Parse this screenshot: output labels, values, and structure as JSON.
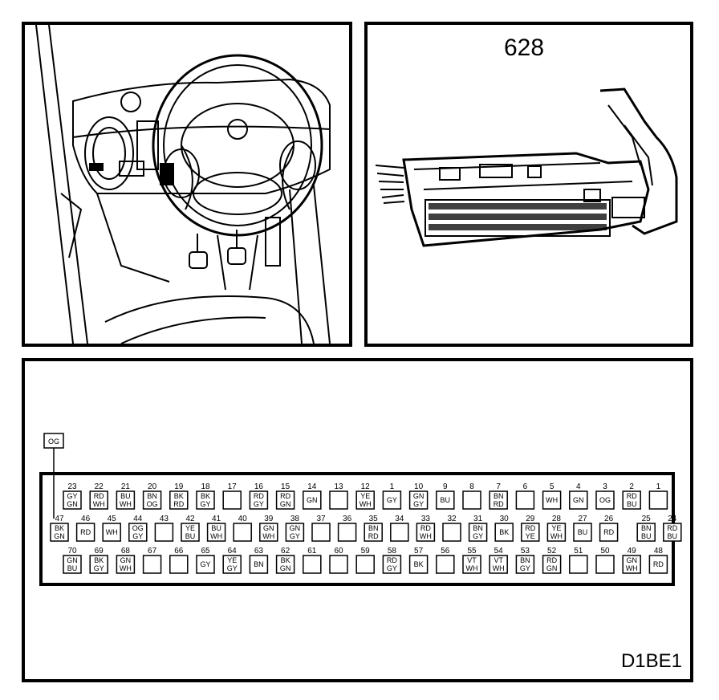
{
  "ecu_id": "628",
  "figure_code": "D1BE1",
  "branch_color": "OG",
  "pins": [
    {
      "n": "23",
      "c": [
        "GY",
        "GN"
      ]
    },
    {
      "n": "22",
      "c": [
        "RD",
        "WH"
      ]
    },
    {
      "n": "21",
      "c": [
        "BU",
        "WH"
      ]
    },
    {
      "n": "20",
      "c": [
        "BN",
        "OG"
      ]
    },
    {
      "n": "19",
      "c": [
        "BK",
        "RD"
      ]
    },
    {
      "n": "18",
      "c": [
        "BK",
        "GY"
      ]
    },
    {
      "n": "17",
      "c": []
    },
    {
      "n": "16",
      "c": [
        "RD",
        "GY"
      ]
    },
    {
      "n": "15",
      "c": [
        "RD",
        "GN"
      ]
    },
    {
      "n": "14",
      "c": [
        "GN"
      ]
    },
    {
      "n": "13",
      "c": []
    },
    {
      "n": "12",
      "c": [
        "YE",
        "WH"
      ]
    },
    {
      "n": "1",
      "c": [
        "GY"
      ]
    },
    {
      "n": "10",
      "c": [
        "GN",
        "GY"
      ]
    },
    {
      "n": "9",
      "c": [
        "BU"
      ]
    },
    {
      "n": "8",
      "c": []
    },
    {
      "n": "7",
      "c": [
        "BN",
        "RD"
      ]
    },
    {
      "n": "6",
      "c": []
    },
    {
      "n": "5",
      "c": [
        "WH"
      ]
    },
    {
      "n": "4",
      "c": [
        "GN"
      ]
    },
    {
      "n": "3",
      "c": [
        "OG"
      ]
    },
    {
      "n": "2",
      "c": [
        "RD",
        "BU"
      ]
    },
    {
      "n": "1",
      "c": []
    },
    {
      "n": "47",
      "c": [
        "BK",
        "GN"
      ]
    },
    {
      "n": "46",
      "c": [
        "RD"
      ]
    },
    {
      "n": "45",
      "c": [
        "WH"
      ]
    },
    {
      "n": "44",
      "c": [
        "OG",
        "GY"
      ]
    },
    {
      "n": "43",
      "c": []
    },
    {
      "n": "42",
      "c": [
        "YE",
        "BU"
      ]
    },
    {
      "n": "41",
      "c": [
        "BU",
        "WH"
      ]
    },
    {
      "n": "40",
      "c": []
    },
    {
      "n": "39",
      "c": [
        "GN",
        "WH"
      ]
    },
    {
      "n": "38",
      "c": [
        "GN",
        "GY"
      ]
    },
    {
      "n": "37",
      "c": []
    },
    {
      "n": "36",
      "c": []
    },
    {
      "n": "35",
      "c": [
        "BN",
        "RD"
      ]
    },
    {
      "n": "34",
      "c": []
    },
    {
      "n": "33",
      "c": [
        "RD",
        "WH"
      ]
    },
    {
      "n": "32",
      "c": []
    },
    {
      "n": "31",
      "c": [
        "BN",
        "GY"
      ]
    },
    {
      "n": "30",
      "c": [
        "BK"
      ]
    },
    {
      "n": "29",
      "c": [
        "RD",
        "YE"
      ]
    },
    {
      "n": "28",
      "c": [
        "YE",
        "WH"
      ]
    },
    {
      "n": "27",
      "c": [
        "BU"
      ]
    },
    {
      "n": "26",
      "c": [
        "RD"
      ]
    },
    {
      "n": "25",
      "c": [
        "BN",
        "BU"
      ]
    },
    {
      "n": "24",
      "c": [
        "RD",
        "BU"
      ]
    },
    {
      "n": "70",
      "c": [
        "GN",
        "BU"
      ]
    },
    {
      "n": "69",
      "c": [
        "BK",
        "GY"
      ]
    },
    {
      "n": "68",
      "c": [
        "GN",
        "WH"
      ]
    },
    {
      "n": "67",
      "c": []
    },
    {
      "n": "66",
      "c": []
    },
    {
      "n": "65",
      "c": [
        "GY"
      ]
    },
    {
      "n": "64",
      "c": [
        "YE",
        "GY"
      ]
    },
    {
      "n": "63",
      "c": [
        "BN"
      ]
    },
    {
      "n": "62",
      "c": [
        "BK",
        "GN"
      ]
    },
    {
      "n": "61",
      "c": []
    },
    {
      "n": "60",
      "c": []
    },
    {
      "n": "59",
      "c": []
    },
    {
      "n": "58",
      "c": [
        "RD",
        "GY"
      ]
    },
    {
      "n": "57",
      "c": [
        "BK"
      ]
    },
    {
      "n": "56",
      "c": []
    },
    {
      "n": "55",
      "c": [
        "VT",
        "WH"
      ]
    },
    {
      "n": "54",
      "c": [
        "VT",
        "WH"
      ]
    },
    {
      "n": "53",
      "c": [
        "BN",
        "GY"
      ]
    },
    {
      "n": "52",
      "c": [
        "RD",
        "GN"
      ]
    },
    {
      "n": "51",
      "c": []
    },
    {
      "n": "50",
      "c": []
    },
    {
      "n": "49",
      "c": [
        "GN",
        "WH"
      ]
    },
    {
      "n": "48",
      "c": [
        "RD"
      ]
    }
  ]
}
